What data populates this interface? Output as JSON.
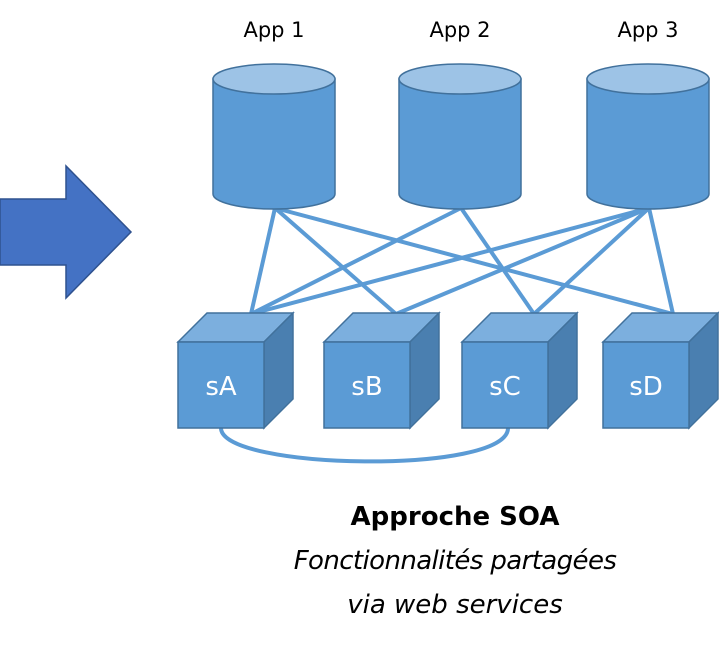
{
  "diagram": {
    "apps": [
      {
        "id": "app1",
        "label": "App 1"
      },
      {
        "id": "app2",
        "label": "App 2"
      },
      {
        "id": "app3",
        "label": "App 3"
      }
    ],
    "services": [
      {
        "id": "sA",
        "label": "sA"
      },
      {
        "id": "sB",
        "label": "sB"
      },
      {
        "id": "sC",
        "label": "sC"
      },
      {
        "id": "sD",
        "label": "sD"
      }
    ],
    "connections": [
      {
        "from": "app1",
        "to": "sA"
      },
      {
        "from": "app1",
        "to": "sB"
      },
      {
        "from": "app1",
        "to": "sD"
      },
      {
        "from": "app2",
        "to": "sA"
      },
      {
        "from": "app2",
        "to": "sC"
      },
      {
        "from": "app3",
        "to": "sA"
      },
      {
        "from": "app3",
        "to": "sB"
      },
      {
        "from": "app3",
        "to": "sC"
      },
      {
        "from": "app3",
        "to": "sD"
      }
    ],
    "service_links": [
      {
        "from": "sA",
        "to": "sC"
      }
    ],
    "arrow": {
      "direction": "right",
      "icon": "right-arrow"
    },
    "colors": {
      "cylinder_body": "#5b9bd5",
      "cylinder_top": "#9dc3e6",
      "outline": "#41719c",
      "connector": "#5b9bd5",
      "cube_front": "#5b9bd5",
      "cube_top": "#7cafde",
      "cube_side": "#4a7fb0",
      "arrow_fill": "#4472c4",
      "arrow_outline": "#2f528f"
    }
  },
  "caption": {
    "title": "Approche SOA",
    "line1": "Fonctionnalités partagées",
    "line2": "via web services"
  }
}
